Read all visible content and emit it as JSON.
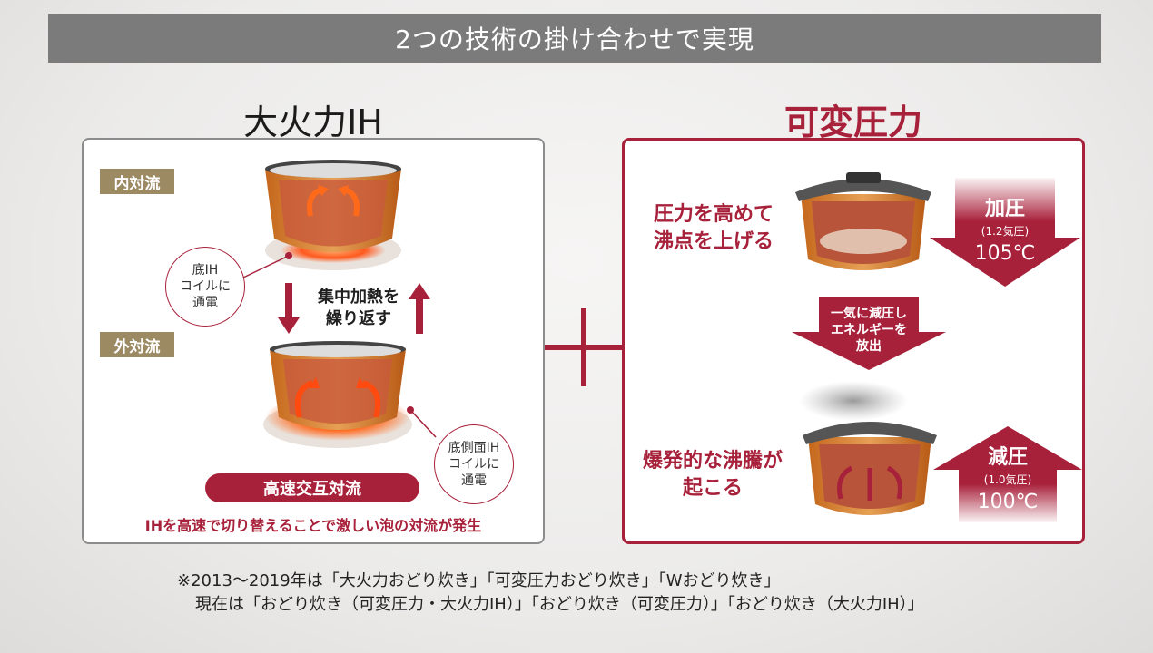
{
  "banner": "2つの技術の掛け合わせで実現",
  "left": {
    "heading": "大火力IH",
    "tag_top": "内対流",
    "tag_bottom": "外対流",
    "circle_top": "底IH\nコイルに\n通電",
    "circle_bottom": "底側面IH\nコイルに\n通電",
    "repeat_label": "集中加熱を\n繰り返す",
    "pill": "高速交互対流",
    "caption": "IHを高速で切り替えることで激しい泡の対流が発生"
  },
  "plus_sign": "＋",
  "right": {
    "heading": "可変圧力",
    "top_text": "圧力を高めて\n沸点を上げる",
    "top_arrow": {
      "title": "加圧",
      "sub": "(1.2気圧)",
      "temp": "105℃"
    },
    "mid_arrow": "一気に減圧し\nエネルギーを\n放出",
    "bottom_text": "爆発的な沸騰が\n起こる",
    "bottom_arrow": {
      "title": "減圧",
      "sub": "(1.0気圧)",
      "temp": "100℃"
    }
  },
  "footnote": {
    "line1": "※2013～2019年は「大火力おどり炊き」「可変圧力おどり炊き」「Wおどり炊き」",
    "line2": "現在は「おどり炊き（可変圧力・大火力IH）」「おどり炊き（可変圧力）」「おどり炊き（大火力IH）」"
  },
  "colors": {
    "accent": "#a8213b",
    "tag": "#9c8a63",
    "banner": "#7b7b7b"
  }
}
